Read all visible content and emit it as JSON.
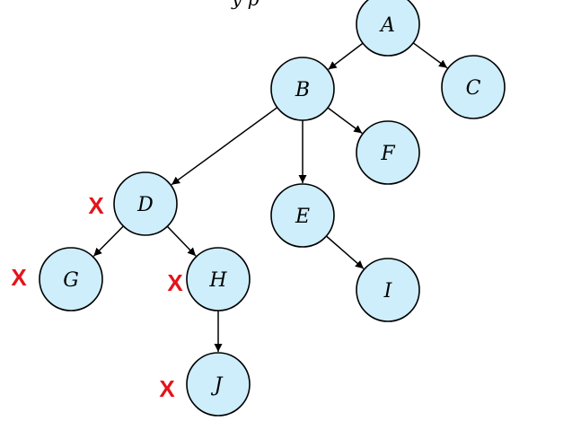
{
  "diagram": {
    "type": "directed-tree",
    "top_fragment_text": "y p",
    "nodes": [
      {
        "id": "A",
        "label": "A"
      },
      {
        "id": "B",
        "label": "B"
      },
      {
        "id": "C",
        "label": "C"
      },
      {
        "id": "D",
        "label": "D"
      },
      {
        "id": "E",
        "label": "E"
      },
      {
        "id": "F",
        "label": "F"
      },
      {
        "id": "G",
        "label": "G"
      },
      {
        "id": "H",
        "label": "H"
      },
      {
        "id": "I",
        "label": "I"
      },
      {
        "id": "J",
        "label": "J"
      }
    ],
    "edges": [
      {
        "from": "A",
        "to": "B"
      },
      {
        "from": "A",
        "to": "C"
      },
      {
        "from": "B",
        "to": "D"
      },
      {
        "from": "B",
        "to": "E"
      },
      {
        "from": "B",
        "to": "F"
      },
      {
        "from": "D",
        "to": "G"
      },
      {
        "from": "D",
        "to": "H"
      },
      {
        "from": "E",
        "to": "I"
      },
      {
        "from": "H",
        "to": "J"
      }
    ],
    "marks": [
      {
        "node": "D",
        "label": "X"
      },
      {
        "node": "G",
        "label": "X"
      },
      {
        "node": "H",
        "label": "X"
      },
      {
        "node": "J",
        "label": "X"
      }
    ]
  },
  "colors": {
    "node_fill": "#cdeefa",
    "node_stroke": "#000000",
    "edge": "#000000",
    "mark": "#e3141b"
  }
}
